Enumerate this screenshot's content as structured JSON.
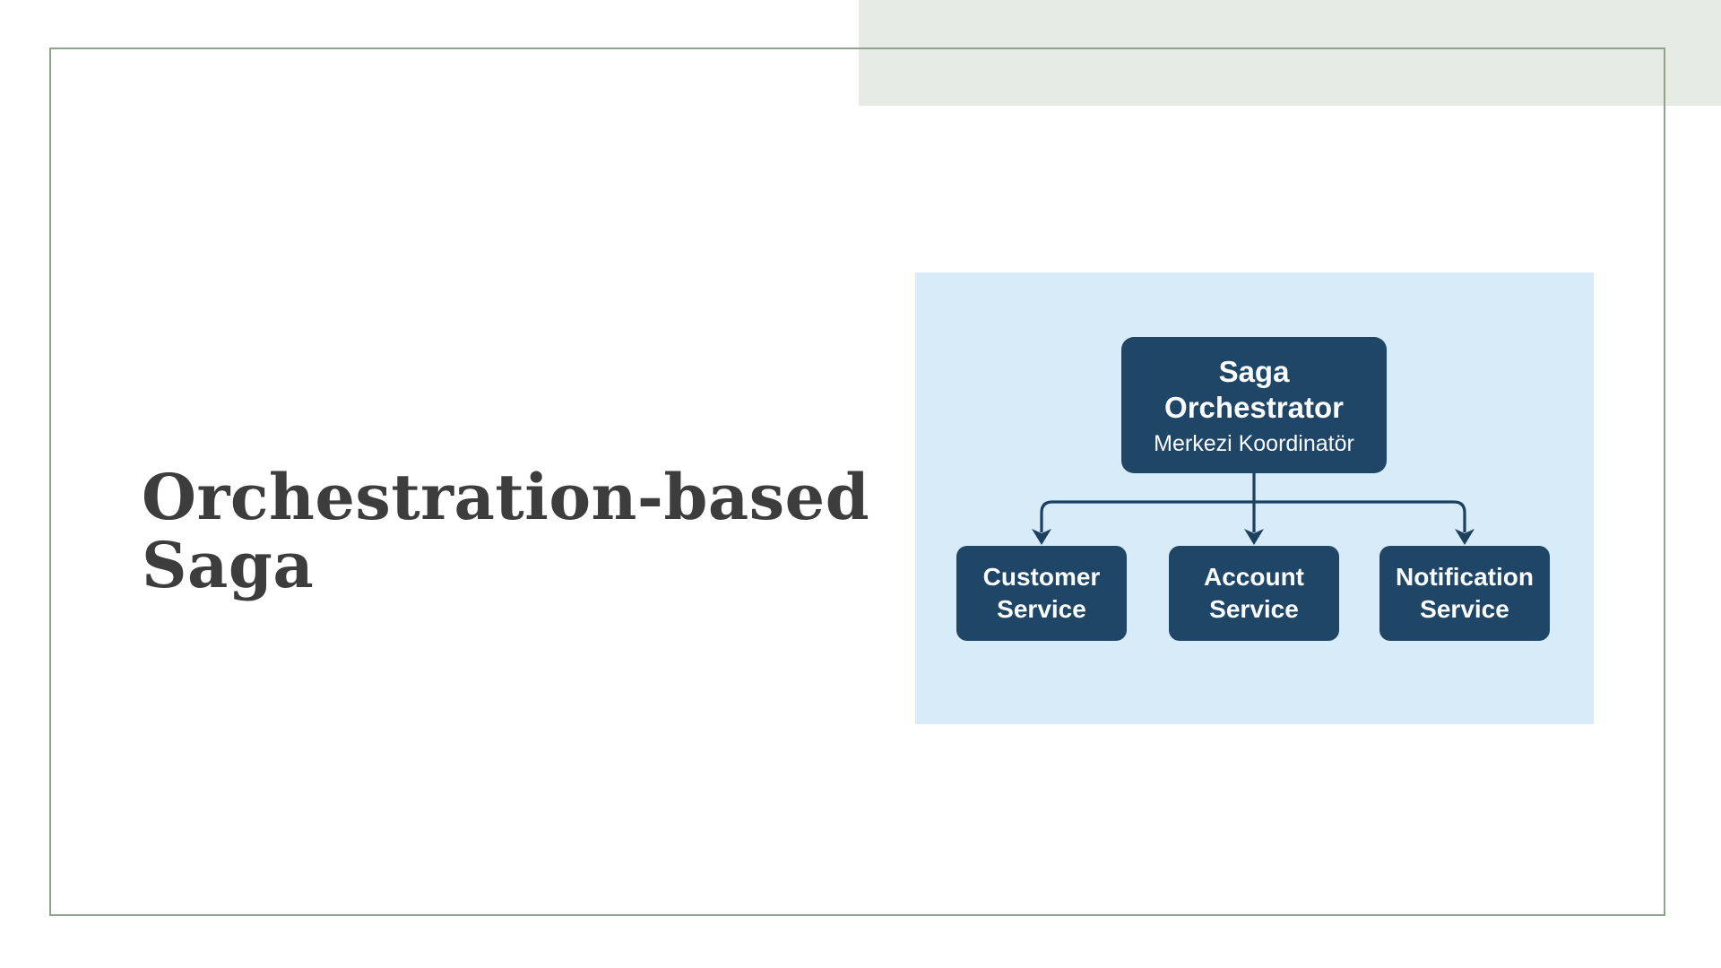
{
  "slide": {
    "title": {
      "text": "Orchestration-based Saga",
      "lines": [
        "Orchestration-based",
        "Saga"
      ]
    }
  },
  "diagram": {
    "orchestrator": {
      "title": "Saga Orchestrator",
      "subtitle": "Merkezi Koordinatör"
    },
    "services": [
      {
        "label": "Customer Service"
      },
      {
        "label": "Account Service"
      },
      {
        "label": "Notification Service"
      }
    ]
  },
  "colors": {
    "page_background": "#ffffff",
    "corner_accent": "#e6ece4",
    "frame": "#8fa391",
    "title_text": "#3d3d3d",
    "panel_background": "#d7ebf8",
    "node_fill": "#1f4667",
    "node_text": "#fbfdff",
    "connector": "#1a4160"
  }
}
